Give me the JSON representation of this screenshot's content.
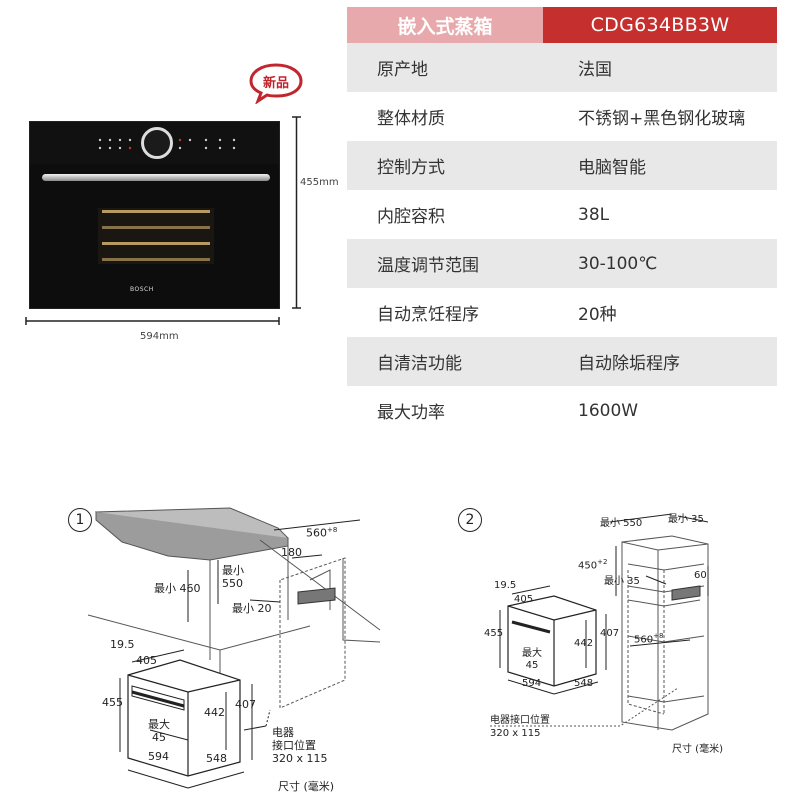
{
  "badge": {
    "text": "新品"
  },
  "product": {
    "brand_logo": "BOSCH",
    "width_label": "594mm",
    "height_label": "455mm"
  },
  "spec": {
    "header_title": "嵌入式蒸箱",
    "model": "CDG634BB3W",
    "rows": [
      {
        "key": "原产地",
        "value": "法国"
      },
      {
        "key": "整体材质",
        "value": "不锈钢+黑色钢化玻璃"
      },
      {
        "key": "控制方式",
        "value": "电脑智能"
      },
      {
        "key": "内腔容积",
        "value": "38L"
      },
      {
        "key": "温度调节范围",
        "value": "30-100℃"
      },
      {
        "key": "自动烹饪程序",
        "value": "20种"
      },
      {
        "key": "自清洁功能",
        "value": "自动除垢程序"
      },
      {
        "key": "最大功率",
        "value": "1600W"
      }
    ]
  },
  "diagram1": {
    "number": "1",
    "labels": {
      "d560": "560",
      "d560_sup": "+8",
      "d180": "180",
      "min460": "最小 460",
      "min550": "最小\n550",
      "min20": "最小 20",
      "d19_5": "19.5",
      "d405": "405",
      "d455": "455",
      "d442": "442",
      "d407": "407",
      "max45": "最大\n45",
      "d594": "594",
      "d548": "548",
      "socket": "电器\n接口位置\n320 x 115",
      "unit": "尺寸 (毫米)"
    }
  },
  "diagram2": {
    "number": "2",
    "labels": {
      "min550": "最小 550",
      "min35_top": "最小 35",
      "d450": "450",
      "d450_sup": "+2",
      "min35_mid": "最小 35",
      "d60": "60",
      "d19_5": "19.5",
      "d405": "405",
      "d455": "455",
      "d442": "442",
      "d407": "407",
      "max45": "最大\n45",
      "d560": "560",
      "d560_sup": "+8",
      "d594": "594",
      "d548": "548",
      "socket": "电器接口位置\n320 x 115",
      "unit": "尺寸 (毫米)"
    }
  },
  "colors": {
    "header_pink": "#e8a9ac",
    "header_red": "#c5302f",
    "row_gray": "#e8e8e8",
    "badge_red": "#c0262d"
  }
}
